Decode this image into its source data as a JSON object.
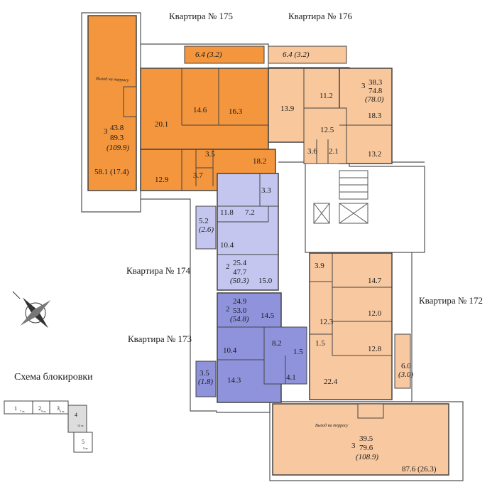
{
  "apartments": {
    "a175": {
      "label": "Квартира № 175",
      "color": "#f3963e"
    },
    "a176": {
      "label": "Квартира № 176",
      "color": "#f8c79c"
    },
    "a174": {
      "label": "Квартира № 174",
      "color": "#c5c6ef"
    },
    "a173": {
      "label": "Квартира № 173",
      "color": "#8f93dc"
    },
    "a172": {
      "label": "Квартира № 172",
      "color": "#f8c8a0"
    },
    "a_south": {
      "color": "#f8c8a0"
    }
  },
  "west_apt": {
    "rooms": "3",
    "living": "43.8",
    "total": "89.3",
    "with_balcony": "(109.9)",
    "terrace": "58.1 (17.4)",
    "exit_note": "Выход на террасу"
  },
  "apt175": {
    "kitchen": "20.1",
    "room1": "14.6",
    "room2": "16.3",
    "balcony": "6.4 (3.2)",
    "bath": "3.5",
    "wc": "3.7",
    "room3": "12.9",
    "hall": "18.2"
  },
  "apt176": {
    "balcony": "6.4 (3.2)",
    "room1": "13.9",
    "room2": "11.2",
    "hall": "12.5",
    "bath": "3.6",
    "wc": "2.1",
    "rooms": "3",
    "living": "38.3",
    "total": "74.8",
    "with_balcony": "(78.0)",
    "room3": "18.3",
    "kitchen": "13.2"
  },
  "apt174": {
    "wc": "3.3",
    "room1": "11.8",
    "hall": "7.2",
    "balcony": "5.2",
    "balcony_r": "(2.6)",
    "room2": "10.4",
    "rooms": "2",
    "living": "25.4",
    "total": "47.7",
    "with_balcony": "(50.3)",
    "kitchen": "15.0"
  },
  "apt173": {
    "rooms": "2",
    "living": "24.9",
    "total": "53.0",
    "with_balcony": "(54.8)",
    "kitchen": "14.5",
    "room1": "10.4",
    "hall": "8.2",
    "wc": "1.5",
    "balcony": "3.5",
    "balcony_r": "(1.8)",
    "room2": "14.3",
    "bath": "4.1"
  },
  "apt172": {
    "wc": "3.9",
    "room1": "14.7",
    "room2": "12.0",
    "hall": "12.3",
    "bath": "1.5",
    "room3": "12.8",
    "balcony": "6.0",
    "balcony_r": "(3.0)",
    "kitchen": "22.4"
  },
  "south_apt": {
    "exit_note": "Выход на террасу",
    "rooms": "3",
    "living": "39.5",
    "total": "79.6",
    "with_balcony": "(108.9)",
    "terrace": "87.6 (26.3)"
  },
  "scheme": {
    "title": "Схема блокировки",
    "blocks": [
      "1",
      "2",
      "3",
      "4",
      "5"
    ],
    "dims": [
      "7 эт.",
      "9 эт.",
      "9 эт.",
      "14 эт.",
      "9 эт."
    ]
  }
}
